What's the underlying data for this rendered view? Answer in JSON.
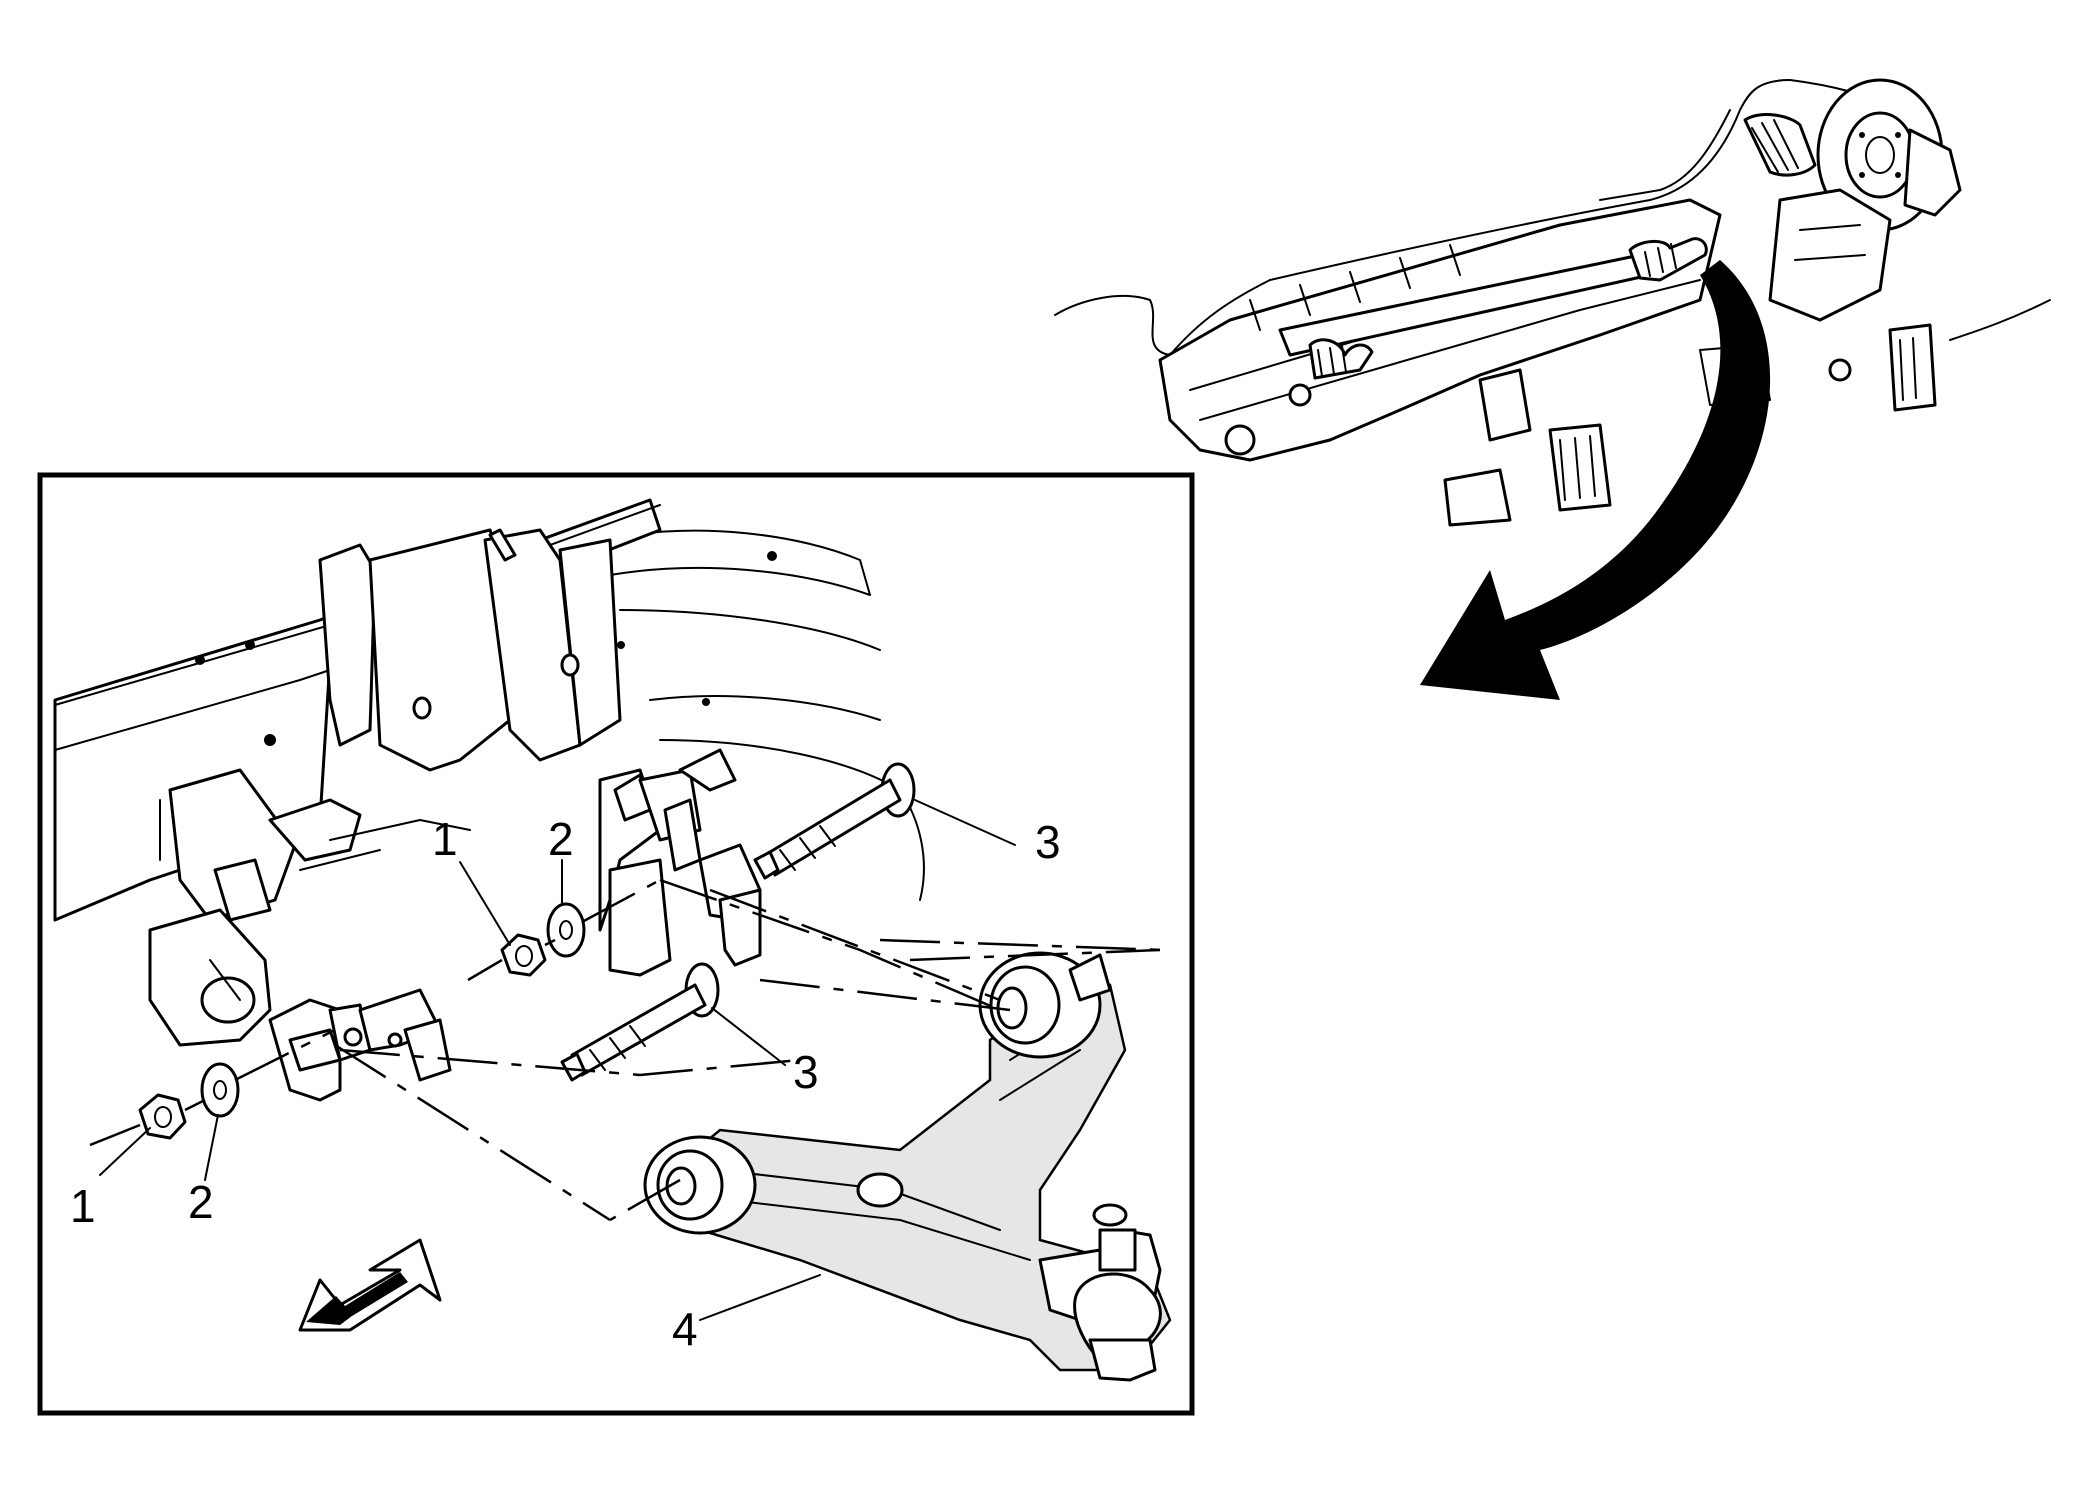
{
  "colors": {
    "line": "#000000",
    "background": "#ffffff"
  },
  "icons": [
    "view-direction-arrow",
    "forward-direction-arrow"
  ],
  "callouts": {
    "nut_left": "1",
    "washer_left": "2",
    "nut_center": "1",
    "washer_center": "2",
    "bolt_upper": "3",
    "bolt_lower": "3",
    "control_arm": "4"
  }
}
